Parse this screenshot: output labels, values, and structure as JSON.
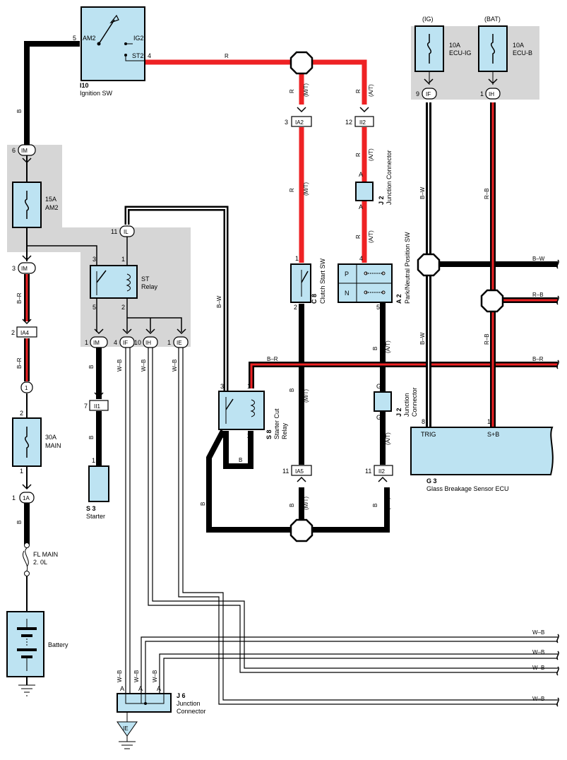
{
  "components": {
    "ignition_sw": {
      "code": "I10",
      "name": "Ignition SW",
      "am2": "AM2",
      "ig2": "IG2",
      "st2": "ST2",
      "pin5": "5",
      "pin4": "4"
    },
    "fuse_am2": {
      "rating": "15A",
      "name": "AM2"
    },
    "st_relay": {
      "name_1": "ST",
      "name_2": "Relay",
      "pin1": "1",
      "pin2": "2",
      "pin3": "3",
      "pin5": "5"
    },
    "main_fuse": {
      "rating": "30A",
      "name": "MAIN",
      "pin1": "1",
      "pin2": "2"
    },
    "fl_main": {
      "name_1": "FL MAIN",
      "name_2": "2. 0L"
    },
    "battery": {
      "name": "Battery"
    },
    "starter": {
      "code": "S 3",
      "name": "Starter",
      "pin": "1"
    },
    "clutch_start_sw": {
      "code": "C 8",
      "name": "Clutch Start SW",
      "pin1": "1",
      "pin2": "2"
    },
    "park_neutral_sw": {
      "code": "A 2",
      "name": "Park/Neutral Position SW",
      "p": "P",
      "n": "N",
      "pin4": "4",
      "pin5": "5"
    },
    "starter_cut_relay": {
      "code": "S 8",
      "name_1": "Starter Cut",
      "name_2": "Relay",
      "pin1": "1",
      "pin2": "2",
      "pin3": "3",
      "pin4": "4"
    },
    "junction_j2_top": {
      "code": "J 2",
      "name": "Junction Connector",
      "pin": "A"
    },
    "junction_j2_bottom": {
      "code": "J 2",
      "name_1": "Junction",
      "name_2": "Connector",
      "pin": "G"
    },
    "junction_j6": {
      "code": "J 6",
      "name_1": "Junction",
      "name_2": "Connector",
      "pin": "A"
    },
    "fuse_ecu_ig": {
      "source": "(IG)",
      "rating": "10A",
      "name": "ECU-IG"
    },
    "fuse_ecu_b": {
      "source": "(BAT)",
      "rating": "10A",
      "name": "ECU-B"
    },
    "glass_ecu": {
      "code": "G 3",
      "name": "Glass Breakage Sensor ECU",
      "trig": "TRIG",
      "sb": "S+B",
      "pin8": "8",
      "pin1": "1"
    }
  },
  "connectors": {
    "im_top": {
      "pin": "6",
      "id": "IM"
    },
    "im_mid": {
      "pin": "3",
      "id": "IM"
    },
    "il": {
      "pin": "11",
      "id": "IL"
    },
    "ia4": {
      "pin": "2",
      "id": "IA4"
    },
    "j1": {
      "id": "1"
    },
    "im_bot": {
      "pin": "1",
      "id": "IM"
    },
    "if_bot": {
      "pin": "4",
      "id": "IF"
    },
    "ih_bot": {
      "pin": "10",
      "id": "IH"
    },
    "ie_bot": {
      "pin": "1",
      "id": "IE"
    },
    "ii1": {
      "pin": "7",
      "id": "II1"
    },
    "one_a": {
      "pin": "1",
      "id": "1A"
    },
    "ia2": {
      "pin": "3",
      "id": "IA2"
    },
    "ii2_top": {
      "pin": "12",
      "id": "II2"
    },
    "ia5": {
      "pin": "11",
      "id": "IA5"
    },
    "ii2_bot": {
      "pin": "11",
      "id": "II2"
    },
    "if_right": {
      "pin": "9",
      "id": "IF"
    },
    "ih_right": {
      "pin": "1",
      "id": "IH"
    },
    "ground_ie": {
      "id": "IE"
    }
  },
  "wire_labels": {
    "b": "B",
    "r": "R",
    "b_r": "B–R",
    "b_w": "B–W",
    "r_b": "R–B",
    "w_b": "W–B",
    "mt": "(M/T)",
    "at": "(A/T)"
  }
}
